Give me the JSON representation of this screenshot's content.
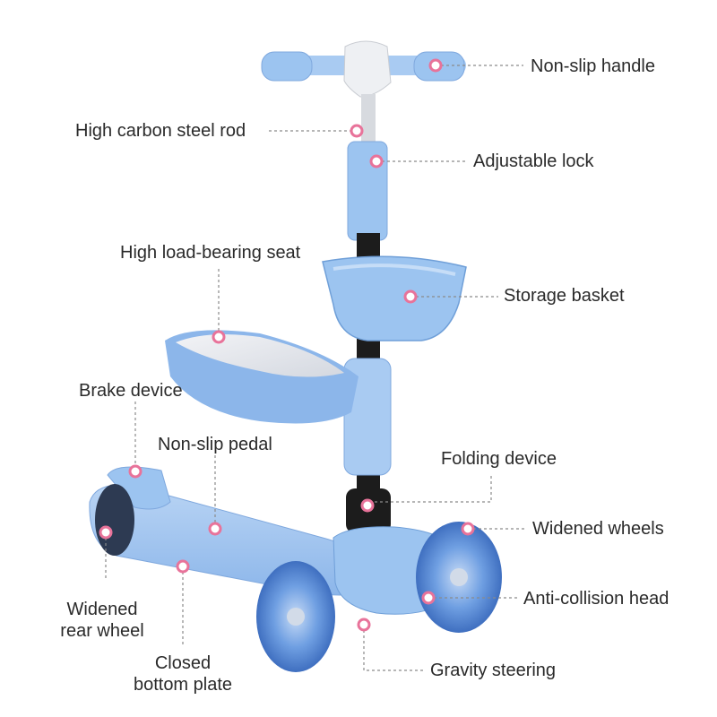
{
  "colors": {
    "body_blue": "#9cc4f0",
    "body_blue_dark": "#6f9fd8",
    "body_blue_light": "#c6ddf7",
    "seat_cushion": "#e6e8ee",
    "pole_black": "#1c1c1c",
    "wheel_blue": "#6b9be0",
    "marker_pink": "#e8739a",
    "leader_line": "#8a8a8a"
  },
  "labels": {
    "non_slip_handle": "Non-slip handle",
    "high_carbon_steel_rod": "High carbon steel rod",
    "adjustable_lock": "Adjustable lock",
    "high_load_bearing_seat": "High load-bearing seat",
    "storage_basket": "Storage basket",
    "brake_device": "Brake device",
    "non_slip_pedal": "Non-slip pedal",
    "folding_device": "Folding device",
    "widened_wheels": "Widened wheels",
    "anti_collision_head": "Anti-collision head",
    "widened_rear_wheel_line1": "Widened",
    "widened_rear_wheel_line2": "rear wheel",
    "closed_bottom_plate_line1": "Closed",
    "closed_bottom_plate_line2": "bottom plate",
    "gravity_steering": "Gravity steering"
  },
  "icons": [
    "scooter-illustration",
    "marker-dot"
  ]
}
